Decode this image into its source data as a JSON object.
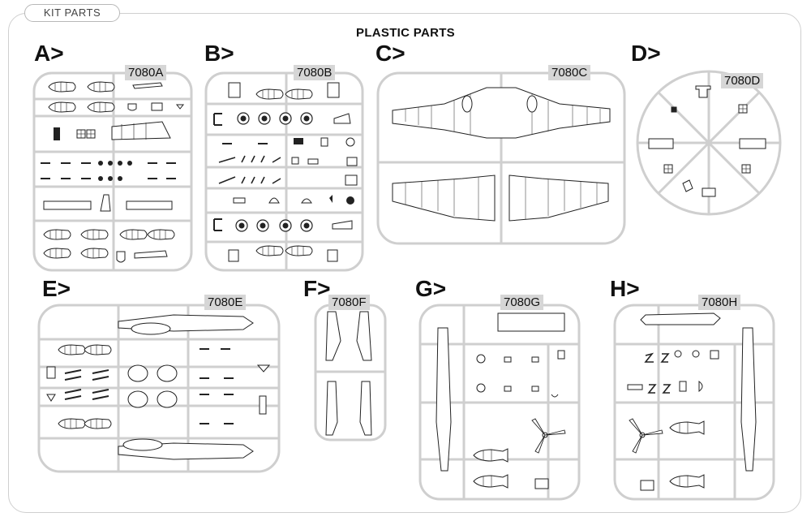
{
  "header": {
    "tab_label": "KIT PARTS",
    "title": "PLASTIC PARTS"
  },
  "sprues": [
    {
      "letter": "A>",
      "code": "7080A"
    },
    {
      "letter": "B>",
      "code": "7080B"
    },
    {
      "letter": "C>",
      "code": "7080C"
    },
    {
      "letter": "D>",
      "code": "7080D"
    },
    {
      "letter": "E>",
      "code": "7080E"
    },
    {
      "letter": "F>",
      "code": "7080F"
    },
    {
      "letter": "G>",
      "code": "7080G"
    },
    {
      "letter": "H>",
      "code": "7080H"
    }
  ]
}
